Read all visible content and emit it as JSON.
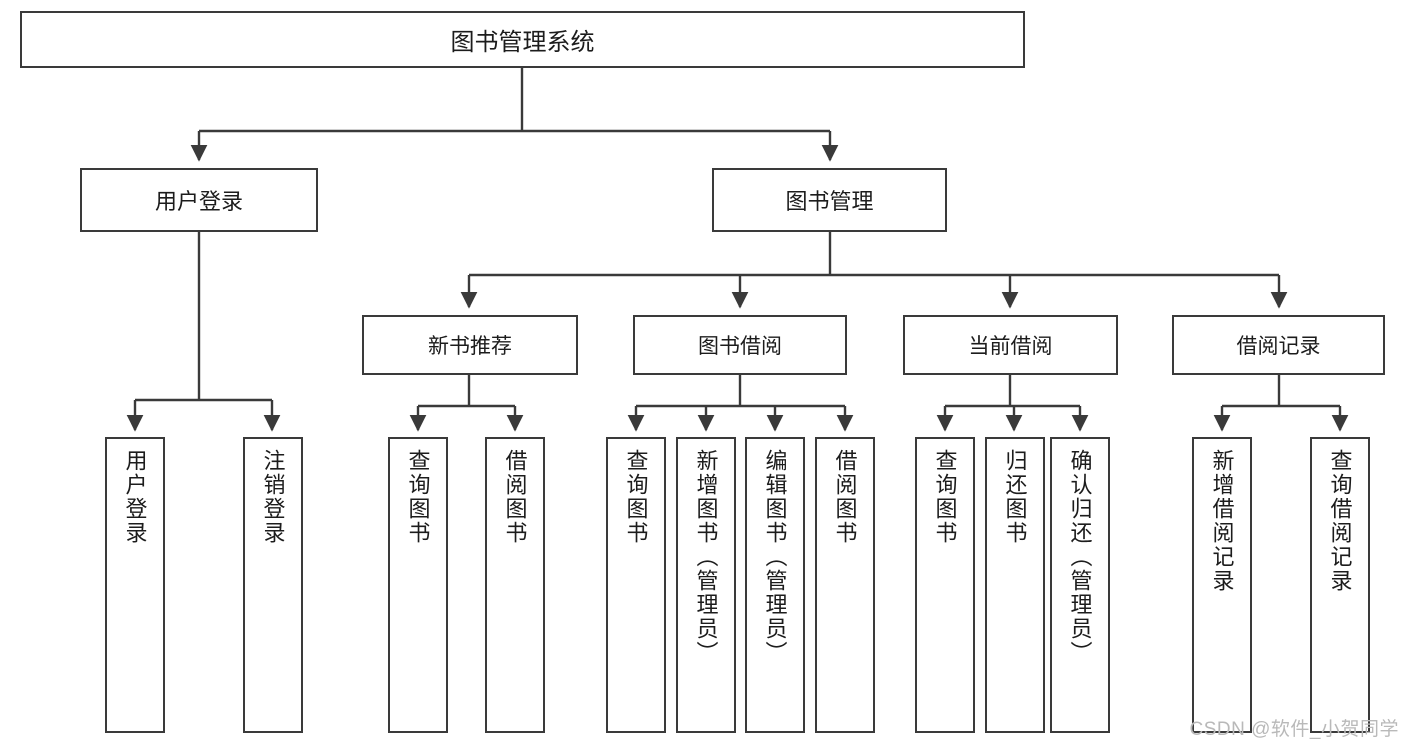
{
  "diagram": {
    "type": "tree-hierarchy-chart",
    "title_node": {
      "label": "图书管理系统"
    },
    "level2": [
      {
        "label": "用户登录"
      },
      {
        "label": "图书管理"
      }
    ],
    "level3": [
      {
        "label": "新书推荐"
      },
      {
        "label": "图书借阅"
      },
      {
        "label": "当前借阅"
      },
      {
        "label": "借阅记录"
      }
    ],
    "leaves_user_login": [
      {
        "label": "用户登录"
      },
      {
        "label": "注销登录"
      }
    ],
    "leaves_new_book": [
      {
        "label": "查询图书"
      },
      {
        "label": "借阅图书"
      }
    ],
    "leaves_borrow": [
      {
        "label": "查询图书"
      },
      {
        "label": "新增图书（管理员）"
      },
      {
        "label": "编辑图书（管理员）"
      },
      {
        "label": "借阅图书"
      }
    ],
    "leaves_current": [
      {
        "label": "查询图书"
      },
      {
        "label": "归还图书"
      },
      {
        "label": "确认归还（管理员）"
      }
    ],
    "leaves_record": [
      {
        "label": "新增借阅记录"
      },
      {
        "label": "查询借阅记录"
      }
    ],
    "colors": {
      "border": "#3a3a3a",
      "text": "#1c1c1c",
      "background": "#ffffff",
      "watermark": "#b9b9b9"
    }
  },
  "watermark": {
    "text": "CSDN @软件_小贺同学"
  }
}
